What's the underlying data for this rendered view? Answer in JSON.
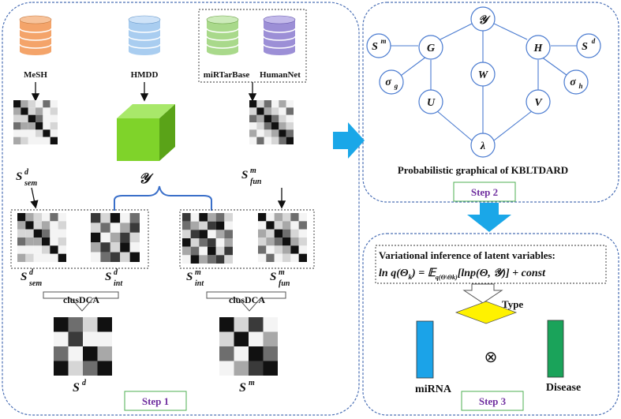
{
  "step1": {
    "step_label": "Step 1",
    "databases": [
      "MeSH",
      "HMDD",
      "miRTarBase",
      "HumanNet"
    ],
    "y_symbol": "𝒴",
    "matrices": {
      "sem": {
        "base": "S",
        "sup": "d",
        "sub": "sem"
      },
      "fun": {
        "base": "S",
        "sup": "m",
        "sub": "fun"
      },
      "int_d": {
        "base": "S",
        "sup": "d",
        "sub": "int"
      },
      "int_m": {
        "base": "S",
        "sup": "m",
        "sub": "int"
      },
      "sd": {
        "base": "S",
        "sup": "d"
      },
      "sm": {
        "base": "S",
        "sup": "m"
      }
    },
    "clusdca_label": "clusDCA"
  },
  "step2": {
    "step_label": "Step 2",
    "caption": "Probabilistic graphical of KBLTDARD",
    "nodes": {
      "Y": "𝒴",
      "G": "G",
      "H": "H",
      "W": "W",
      "U": "U",
      "V": "V",
      "lambda": "λ",
      "sigma_g": "σ",
      "sigma_g_sub": "g",
      "sigma_h": "σ",
      "sigma_h_sub": "h",
      "Sm": "S",
      "Sm_sup": "m",
      "Sd": "S",
      "Sd_sup": "d"
    }
  },
  "step3": {
    "step_label": "Step 3",
    "title": "Variational inference of latent variables:",
    "formula": {
      "lhs_ln": "ln",
      "lhs_q": "q",
      "lhs_arg": "(Θ",
      "lhs_sub": "k",
      "lhs_close": ")",
      "eq": " = 𝔼",
      "e_sub": "q(Θ\\Θk)",
      "rhs": "[lnp(Θ, 𝒴)] + const"
    },
    "type_label": "Type",
    "mirna_label": "miRNA",
    "disease_label": "Disease",
    "otimes": "⊗"
  },
  "colors": {
    "mesh": "#f4a46a",
    "hmdd": "#a9cdf0",
    "mirtarbase": "#a9d98b",
    "humannet": "#9c8fd6",
    "cube": "#7fd32a",
    "arrow": "#1aa7e8",
    "brace": "#3a6fc9",
    "step": "#7030a0",
    "mirna": "#1ba3e8",
    "disease": "#1aa35a",
    "type": "#fff200"
  }
}
